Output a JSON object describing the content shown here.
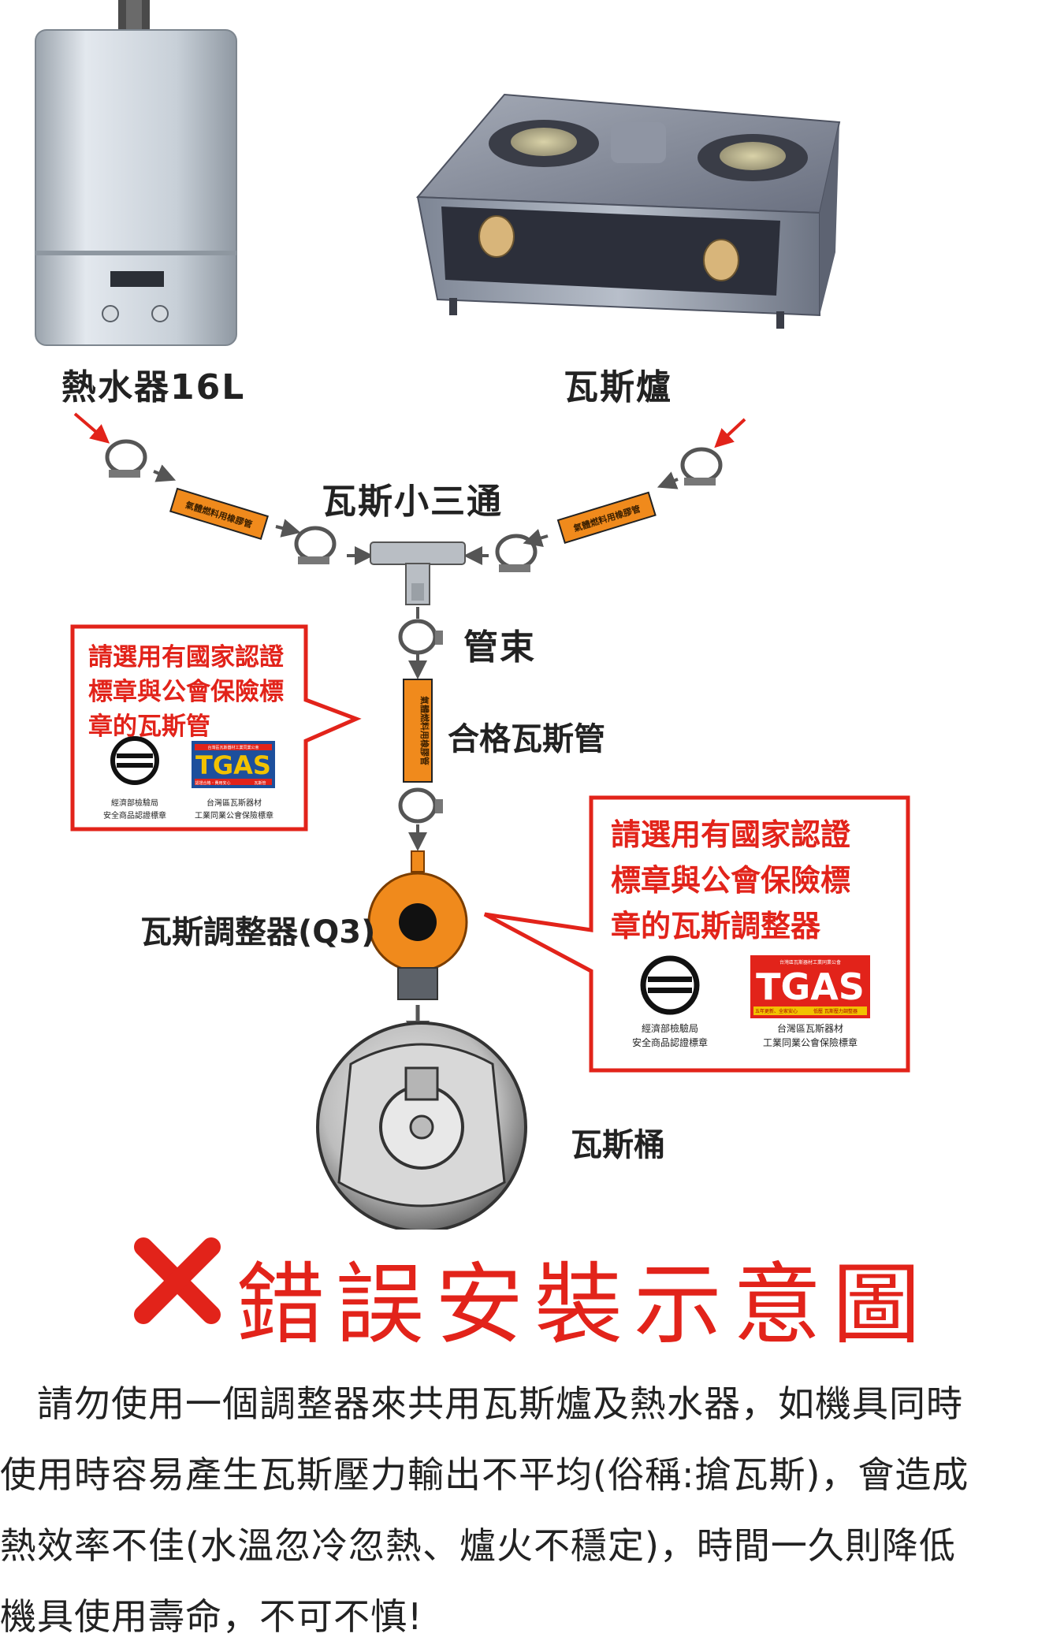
{
  "labels": {
    "water_heater": "熱水器16L",
    "gas_stove": "瓦斯爐",
    "tee": "瓦斯小三通",
    "clamp": "管束",
    "hose": "合格瓦斯管",
    "regulator": "瓦斯調整器(Q3)",
    "cylinder": "瓦斯桶"
  },
  "hose_print": "氣體燃料用橡膠管",
  "callout_left": {
    "lines": [
      "請選用有國家認證",
      "標章與公會保險標",
      "章的瓦斯管"
    ],
    "mark1_caption": [
      "經濟部檢驗局",
      "安全商品認證標章"
    ],
    "mark2_caption": [
      "台灣區瓦斯器材",
      "工業同業公會保險標章"
    ],
    "tgas_top": "台灣區瓦斯器材工業同業公會",
    "tgas_bottom_left": "認證合格・費用安心",
    "tgas_bottom_right": "瓦斯管"
  },
  "callout_right": {
    "lines": [
      "請選用有國家認證",
      "標章與公會保險標",
      "章的瓦斯調整器"
    ],
    "mark1_caption": [
      "經濟部檢驗局",
      "安全商品認證標章"
    ],
    "mark2_caption": [
      "台灣區瓦斯器材",
      "工業同業公會保險標章"
    ],
    "tgas_top": "台灣區瓦斯器材工業同業公會",
    "tgas_bottom_left": "五年更新、全家安心",
    "tgas_bottom_right": "低壓  瓦斯壓力調整器"
  },
  "tgas_logo": "TGAS",
  "title": "錯誤安裝示意圖",
  "paragraph": [
    "　請勿使用一個調整器來共用瓦斯爐及熱水器，如機具同時",
    "使用時容易產生瓦斯壓力輸出不平均(俗稱:搶瓦斯)，會造成",
    "熱效率不佳(水溫忽冷忽熱、爐火不穩定)，時間一久則降低",
    "機具使用壽命，不可不慎!"
  ],
  "colors": {
    "accent_red": "#e2231a",
    "hose_orange": "#f08a1c",
    "tgas_blue": "#1d4f9c"
  }
}
